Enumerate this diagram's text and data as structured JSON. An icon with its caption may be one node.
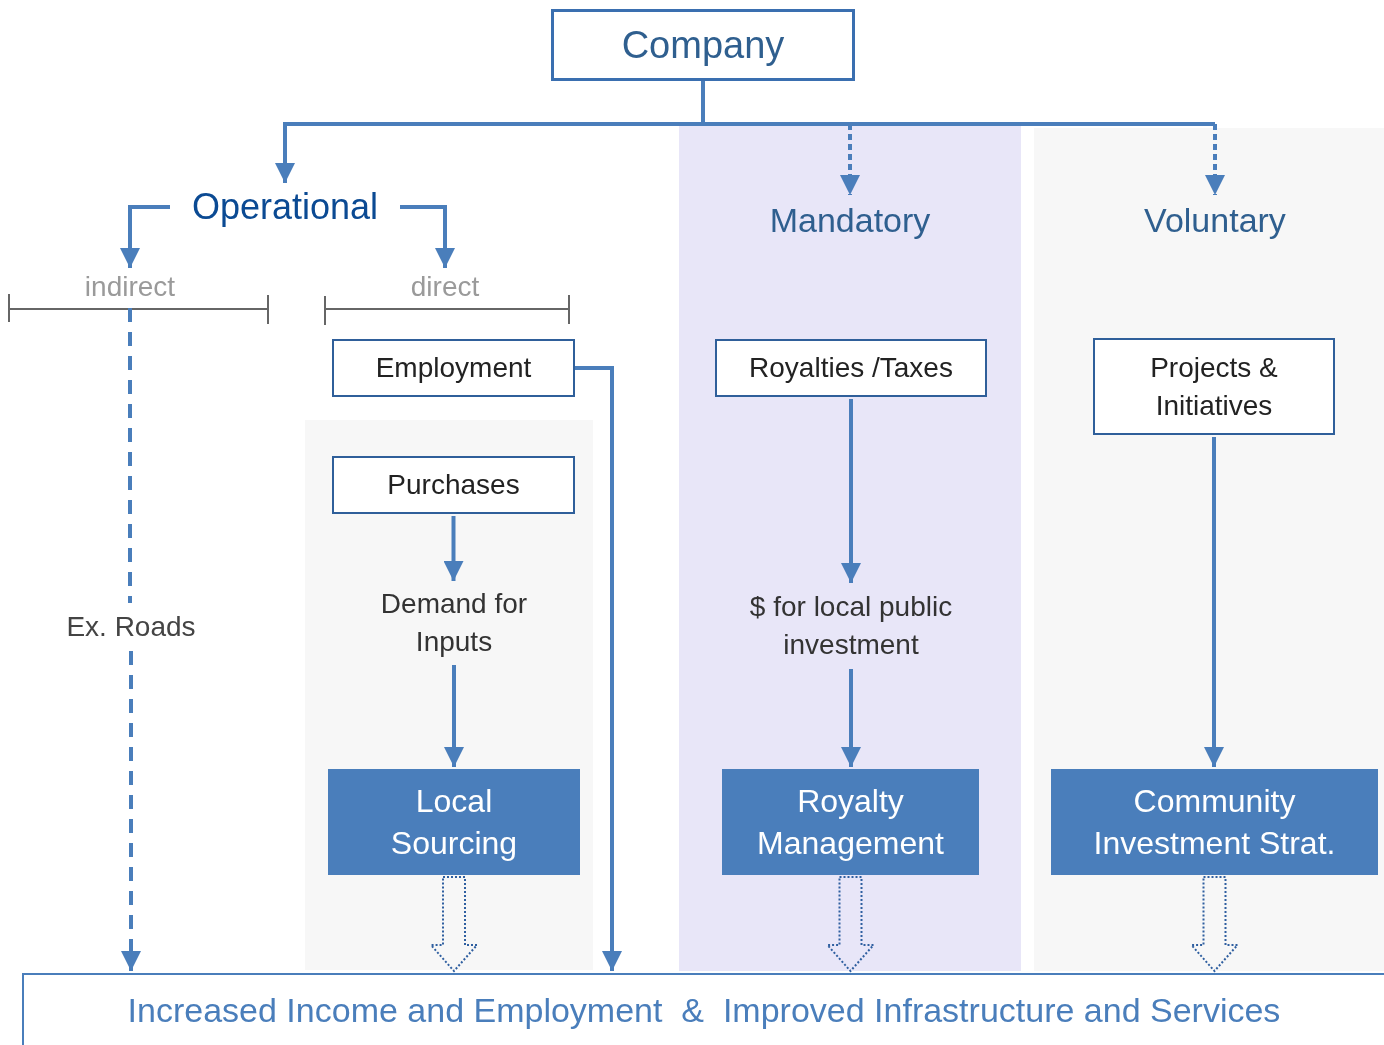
{
  "diagram": {
    "nodes": [
      {
        "text": [
          "Company"
        ]
      },
      {
        "text": [
          "Operational"
        ]
      },
      {
        "text": [
          "Mandatory"
        ]
      },
      {
        "text": [
          "Voluntary"
        ]
      },
      {
        "text": [
          "indirect"
        ]
      },
      {
        "text": [
          "direct"
        ]
      },
      {
        "text": [
          "Employment"
        ]
      },
      {
        "text": [
          "Purchases"
        ]
      },
      {
        "text": [
          "Demand for Inputs"
        ]
      },
      {
        "text": [
          "Local Sourcing"
        ]
      },
      {
        "text": [
          "Royalties /Taxes"
        ]
      },
      {
        "text": [
          "$ for local public investment"
        ]
      },
      {
        "text": [
          "Royalty Management"
        ]
      },
      {
        "text": [
          "Projects & Initiatives"
        ]
      },
      {
        "text": [
          "Community Investment Strat."
        ]
      },
      {
        "text": [
          "Ex. Roads"
        ]
      },
      {
        "text": [
          "Increased Income and Employment  &  Improved Infrastructure and Services"
        ]
      }
    ],
    "edges": [
      {
        "from": 0,
        "to": 1,
        "arrow": "to"
      },
      {
        "from": 0,
        "to": 2,
        "arrow": "to",
        "style": "dashed"
      },
      {
        "from": 0,
        "to": 3,
        "arrow": "to",
        "style": "dashed"
      },
      {
        "from": 1,
        "to": 4,
        "arrow": "to"
      },
      {
        "from": 1,
        "to": 5,
        "arrow": "to"
      },
      {
        "from": 4,
        "to": 15,
        "arrow": "none",
        "style": "dashed"
      },
      {
        "from": 15,
        "to": 16,
        "arrow": "to",
        "style": "dashed"
      },
      {
        "from": 6,
        "to": 16,
        "arrow": "to"
      },
      {
        "from": 7,
        "to": 8,
        "arrow": "to"
      },
      {
        "from": 8,
        "to": 9,
        "arrow": "to"
      },
      {
        "from": 9,
        "to": 16,
        "arrow": "to",
        "style": "dashed"
      },
      {
        "from": 10,
        "to": 11,
        "arrow": "to"
      },
      {
        "from": 11,
        "to": 12,
        "arrow": "to"
      },
      {
        "from": 12,
        "to": 16,
        "arrow": "to",
        "style": "dashed"
      },
      {
        "from": 13,
        "to": 14,
        "arrow": "to"
      },
      {
        "from": 14,
        "to": 16,
        "arrow": "to",
        "style": "dashed"
      }
    ]
  }
}
